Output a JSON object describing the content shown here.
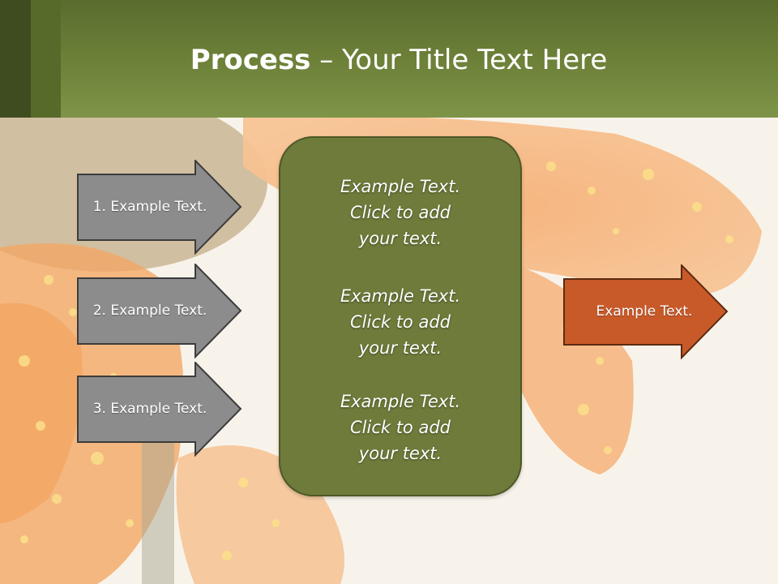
{
  "slide": {
    "title_bold": "Process",
    "title_rest": " – Your Title Text Here"
  },
  "inputs": [
    {
      "label": "1. Example Text."
    },
    {
      "label": "2. Example Text."
    },
    {
      "label": "3. Example Text."
    }
  ],
  "center": {
    "items": [
      {
        "text": "Example Text.\nClick  to add\nyour text."
      },
      {
        "text": "Example Text.\nClick  to add\nyour text."
      },
      {
        "text": "Example Text.\nClick  to add\nyour text."
      }
    ]
  },
  "output": {
    "label": "Example Text."
  },
  "colors": {
    "header": "#6c8038",
    "input_arrow": "#8c8c8c",
    "center_box": "#6e7b3a",
    "output_arrow": "#c85a2a"
  }
}
